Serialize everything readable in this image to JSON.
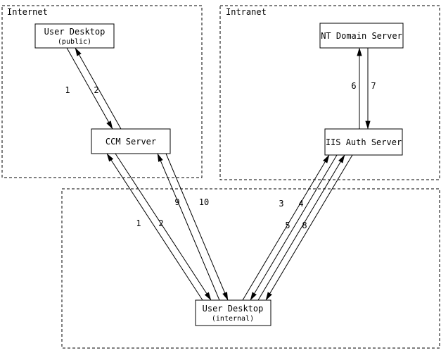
{
  "diagram": {
    "zones": {
      "internet": {
        "label": "Internet"
      },
      "intranet": {
        "label": "Intranet"
      }
    },
    "nodes": {
      "user_desktop_public": {
        "title": "User Desktop",
        "subtitle": "(public)"
      },
      "ccm_server": {
        "title": "CCM Server"
      },
      "nt_domain_server": {
        "title": "NT Domain Server"
      },
      "iis_auth_server": {
        "title": "IIS Auth Server"
      },
      "user_desktop_internal": {
        "title": "User Desktop",
        "subtitle": "(internal)"
      }
    },
    "edge_labels": {
      "public_ccm_1": "1",
      "public_ccm_2": "2",
      "nt_iis_6": "6",
      "nt_iis_7": "7",
      "ccm_internal_1": "1",
      "ccm_internal_2": "2",
      "ccm_internal_9": "9",
      "ccm_internal_10": "10",
      "iis_internal_3": "3",
      "iis_internal_4": "4",
      "iis_internal_5": "5",
      "iis_internal_8": "8"
    },
    "colors": {
      "line": "#000000",
      "background": "#ffffff"
    }
  }
}
